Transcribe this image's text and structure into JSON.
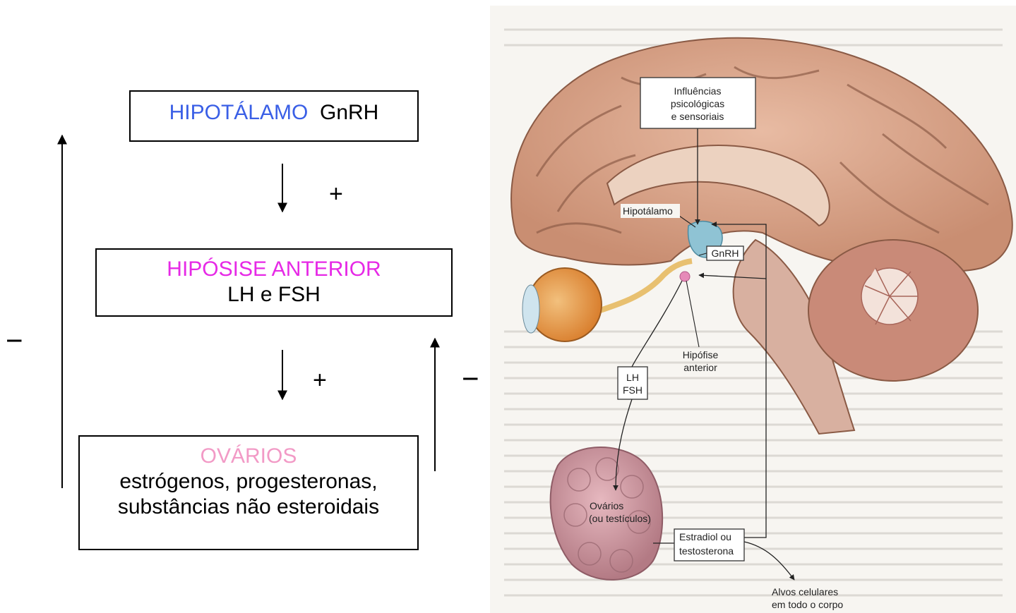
{
  "flow": {
    "hypothalamus": {
      "name": "HIPOTÁLAMO",
      "hormone": "GnRH"
    },
    "pituitary": {
      "name": "HIPÓSISE ANTERIOR",
      "hormones": "LH e FSH"
    },
    "ovaries": {
      "name": "OVÁRIOS",
      "line1": "estrógenos, progesteronas,",
      "line2": "substâncias não esteroidais"
    },
    "stimulation_sign_1": "+",
    "stimulation_sign_2": "+",
    "feedback_sign_long": "−",
    "feedback_sign_short": "−"
  },
  "figure": {
    "influences_line1": "Influências",
    "influences_line2": "psicológicas",
    "influences_line3": "e sensoriais",
    "hypothalamus_label": "Hipotálamo",
    "gnrh_label": "GnRH",
    "pituitary_line1": "Hipófise",
    "pituitary_line2": "anterior",
    "lh_label": "LH",
    "fsh_label": "FSH",
    "ovaries_line1": "Ovários",
    "ovaries_line2": "(ou testículos)",
    "steroid_line1": "Estradiol ou",
    "steroid_line2": "testosterona",
    "targets_line1": "Alvos celulares",
    "targets_line2": "em todo o corpo"
  },
  "colors": {
    "hypothalamus_text": "#3a5fe6",
    "pituitary_text": "#e629e6",
    "ovaries_text": "#f29ac6",
    "brain": "#d9a58a",
    "cerebellum": "#c98a78",
    "ovary": "#c9939c",
    "eye": "#e39a4e"
  }
}
